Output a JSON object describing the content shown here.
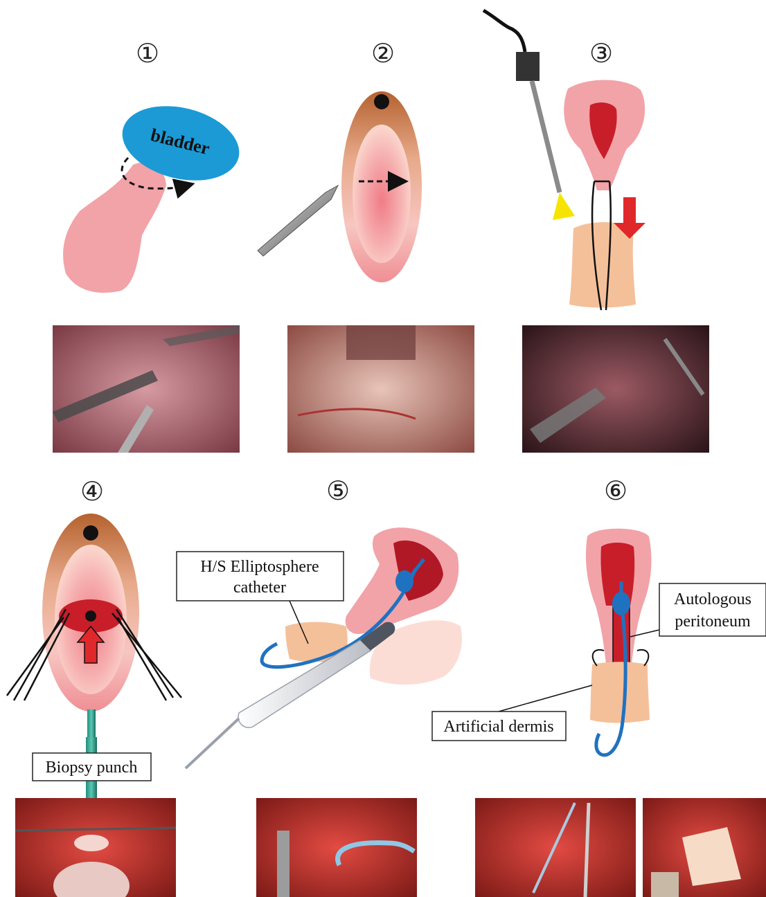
{
  "steps": [
    {
      "id": 1,
      "number": "①"
    },
    {
      "id": 2,
      "number": "②"
    },
    {
      "id": 3,
      "number": "③"
    },
    {
      "id": 4,
      "number": "④"
    },
    {
      "id": 5,
      "number": "⑤"
    },
    {
      "id": 6,
      "number": "⑥"
    }
  ],
  "labels": {
    "bladder": "bladder",
    "hs_catheter_line1": "H/S Elliptosphere",
    "hs_catheter_line2": "catheter",
    "autologous_line1": "Autologous",
    "autologous_line2": "peritoneum",
    "artificial_dermis": "Artificial dermis",
    "biopsy_punch": "Biopsy punch"
  },
  "colors": {
    "bladder": "#1b9ad6",
    "uterus_pink": "#f2a3a8",
    "cavity_red": "#c81e2a",
    "vagina_tan": "#f4c09a",
    "catheter_blue": "#1f72c0",
    "arrow_red": "#e0282b",
    "cautery_yellow": "#f6e400",
    "orifice_brown": "#b5622e"
  }
}
